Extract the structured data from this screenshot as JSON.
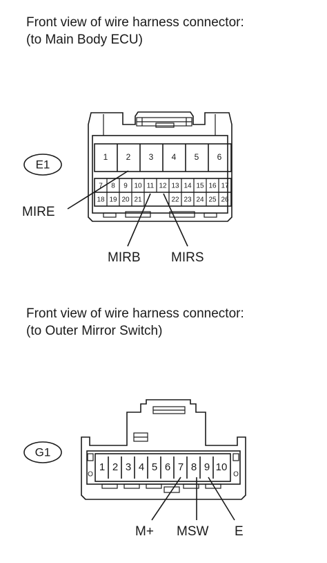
{
  "e1_caption": {
    "line1": "Front view of wire harness connector:",
    "line2": "(to Main Body ECU)"
  },
  "e1_connector": {
    "code": "E1",
    "top_row": [
      "1",
      "2",
      "3",
      "4",
      "5",
      "6"
    ],
    "middle_row": [
      "7",
      "8",
      "9",
      "10",
      "11",
      "12",
      "13",
      "14",
      "15",
      "16",
      "17"
    ],
    "bottom_left": [
      "18",
      "19",
      "20",
      "21"
    ],
    "bottom_right": [
      "22",
      "23",
      "24",
      "25",
      "26"
    ],
    "signals": {
      "mire": "MIRE",
      "mirb": "MIRB",
      "mirs": "MIRS"
    }
  },
  "g1_caption": {
    "line1": "Front view of wire harness connector:",
    "line2": "(to Outer Mirror Switch)"
  },
  "g1_connector": {
    "code": "G1",
    "pins": [
      "1",
      "2",
      "3",
      "4",
      "5",
      "6",
      "7",
      "8",
      "9",
      "10"
    ],
    "side_marks": [
      "O",
      "O"
    ],
    "signals": {
      "m_plus": "M+",
      "msw": "MSW",
      "e": "E"
    }
  }
}
